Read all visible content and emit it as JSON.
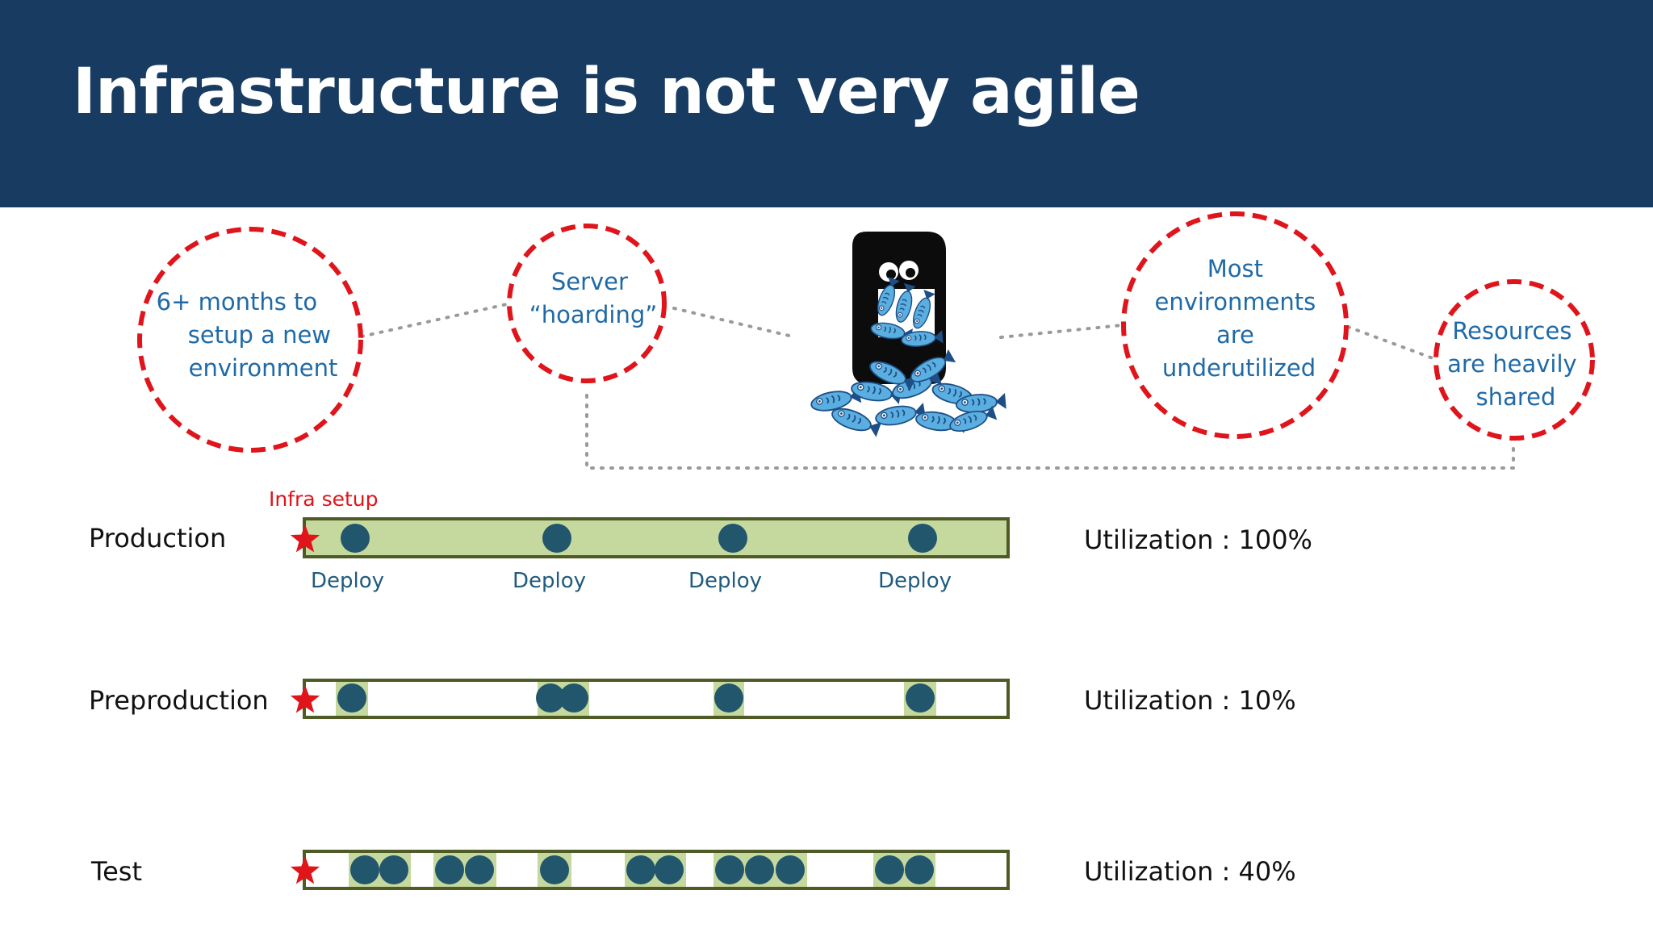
{
  "title": "Infrastructure is not very agile",
  "circles": [
    {
      "lines": [
        "6+ months to",
        "setup a new",
        "environment"
      ]
    },
    {
      "lines": [
        "Server",
        "“hoarding”"
      ]
    },
    {
      "lines": [
        "Most",
        "environments",
        "are",
        "underutilized"
      ]
    },
    {
      "lines": [
        "Resources",
        "are heavily",
        "shared"
      ]
    }
  ],
  "illustration": {
    "icon": "penguin-hoarding-fish-icon"
  },
  "infra_setup_label": "Infra setup",
  "environments": [
    {
      "name": "Production",
      "utilization_label": "Utilization : 100%",
      "utilization": 1.0,
      "deploy_label": "Deploy",
      "deploy_count": 4
    },
    {
      "name": "Preproduction",
      "utilization_label": "Utilization : 10%",
      "utilization": 0.1
    },
    {
      "name": "Test",
      "utilization_label": "Utilization : 40%",
      "utilization": 0.4
    }
  ],
  "colors": {
    "header": "#173b61",
    "circle_dash": "#e0141b",
    "circle_text": "#1f6aa6",
    "bar_fill": "#c5d89d",
    "bar_border": "#4e5b25",
    "deploy_dot": "#22566d",
    "star": "#e0141b"
  }
}
